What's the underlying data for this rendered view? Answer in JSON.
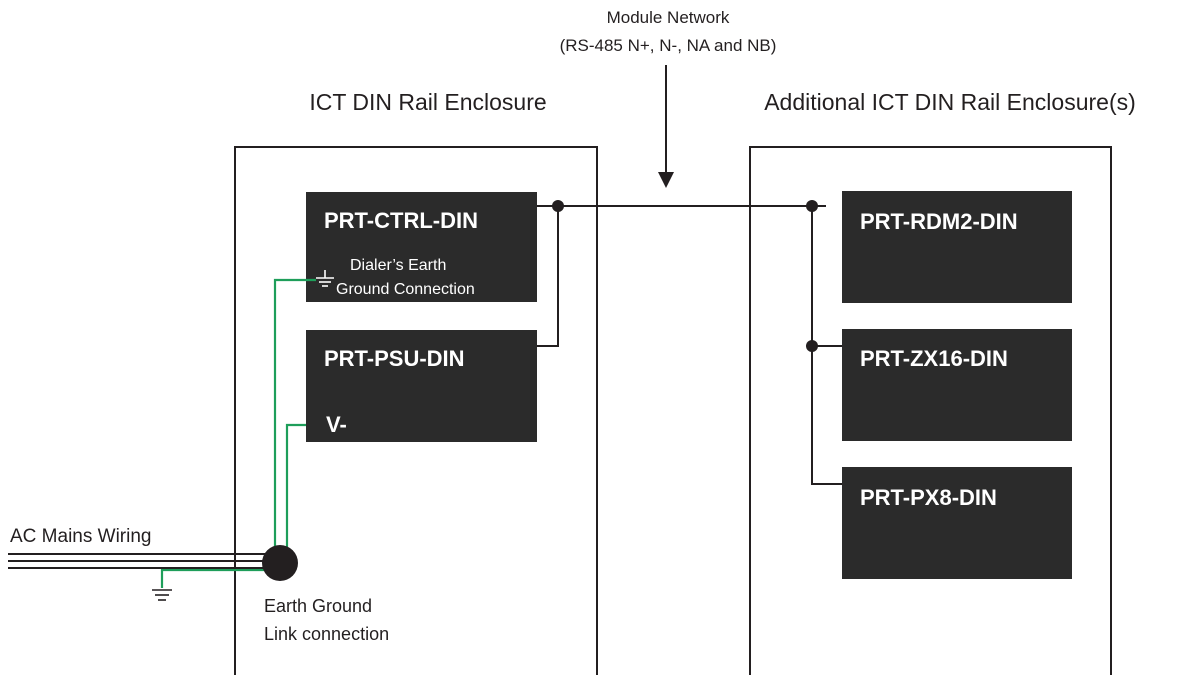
{
  "network": {
    "title": "Module Network",
    "subtitle": "(RS-485 N+, N-, NA and NB)"
  },
  "enclosure_left": {
    "title": "ICT DIN Rail Enclosure"
  },
  "enclosure_right": {
    "title": "Additional ICT DIN Rail Enclosure(s)"
  },
  "modules": {
    "ctrl": {
      "name": "PRT-CTRL-DIN",
      "note_line1": "Dialer’s Earth",
      "note_line2": "Ground Connection"
    },
    "psu": {
      "name": "PRT-PSU-DIN",
      "terminal": "V-"
    },
    "rdm2": {
      "name": "PRT-RDM2-DIN"
    },
    "zx16": {
      "name": "PRT-ZX16-DIN"
    },
    "px8": {
      "name": "PRT-PX8-DIN"
    }
  },
  "ac_mains": {
    "label": "AC Mains Wiring"
  },
  "earth_link": {
    "line1": "Earth Ground",
    "line2": "Link connection"
  },
  "colors": {
    "module_fill": "#2b2b2b",
    "wire": "#231f20",
    "ground_wire": "#1e9e5a"
  }
}
